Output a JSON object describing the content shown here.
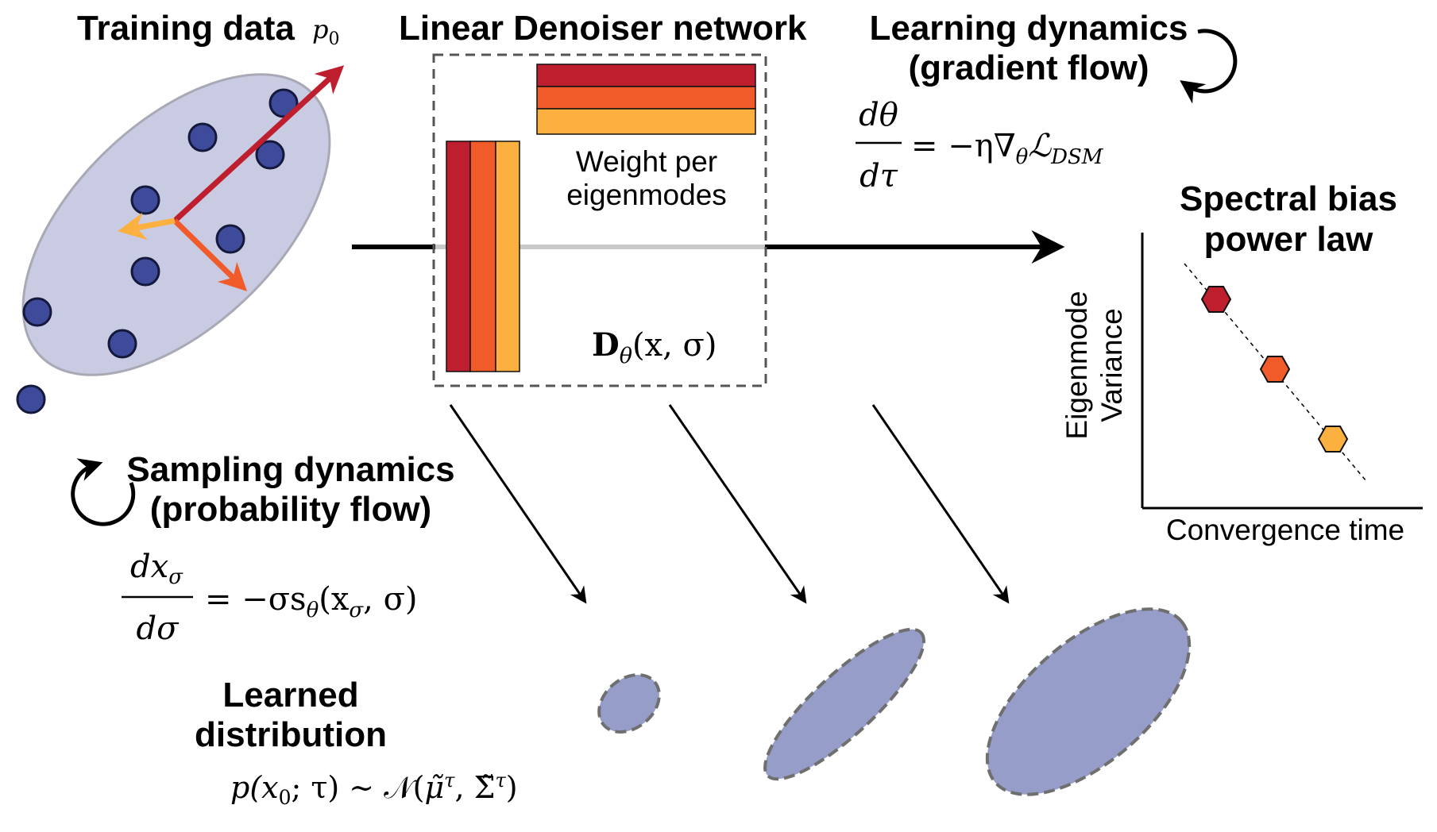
{
  "colors": {
    "cloud_fill": "#c9cbe3",
    "cloud_stroke": "#a9a9b5",
    "dot_fill": "#3d4b9a",
    "dot_stroke": "#14183a",
    "mode_1": "#be1e2d",
    "mode_2": "#f15a29",
    "mode_3": "#fbb040",
    "learned_fill": "#979dc9",
    "learned_stroke": "#6f6f6f",
    "pipe_grey": "#c8c8c8"
  },
  "training": {
    "title": "Training data",
    "symbol": "p",
    "symbol_sub": "0"
  },
  "network": {
    "title": "Linear Denoiser network",
    "weight_line1": "Weight per",
    "weight_line2": "eigenmodes",
    "fn_head": "D",
    "fn_sub": "θ",
    "fn_args": "(x, σ)"
  },
  "learning": {
    "title_line1": "Learning dynamics",
    "title_line2": "(gradient flow)",
    "eq_num": "dθ",
    "eq_den": "dτ",
    "eq_rhs_pre": "= −η∇",
    "eq_rhs_sub": "θ",
    "eq_rhs_L": "ℒ",
    "eq_rhs_Lsub": "DSM",
    "icon": "clockwise-arrow-icon"
  },
  "spectral": {
    "title_line1": "Spectral bias",
    "title_line2": "power law",
    "ylabel_line1": "Eigenmode",
    "ylabel_line2": "Variance",
    "xlabel": "Convergence time"
  },
  "sampling": {
    "title_line1": "Sampling dynamics",
    "title_line2": "(probability flow)",
    "eq_num": "dx",
    "eq_num_sub": "σ",
    "eq_den": "dσ",
    "eq_rhs": "= −σs",
    "eq_rhs_sub": "θ",
    "eq_rhs_args": "(x",
    "eq_rhs_args_sub": "σ",
    "eq_rhs_args_end": ", σ)",
    "icon": "clockwise-arrow-icon"
  },
  "learned": {
    "title_line1": "Learned",
    "title_line2": "distribution",
    "eq_lhs": "p(x",
    "eq_lhs_sub": "0",
    "eq_lhs_end": "; τ) ∼ 𝒩(",
    "eq_mu": "μ̃",
    "eq_mu_sup": "τ",
    "eq_sep": ", ",
    "eq_sigma": "Σ̃",
    "eq_sigma_sup": "τ",
    "eq_end": ")"
  }
}
